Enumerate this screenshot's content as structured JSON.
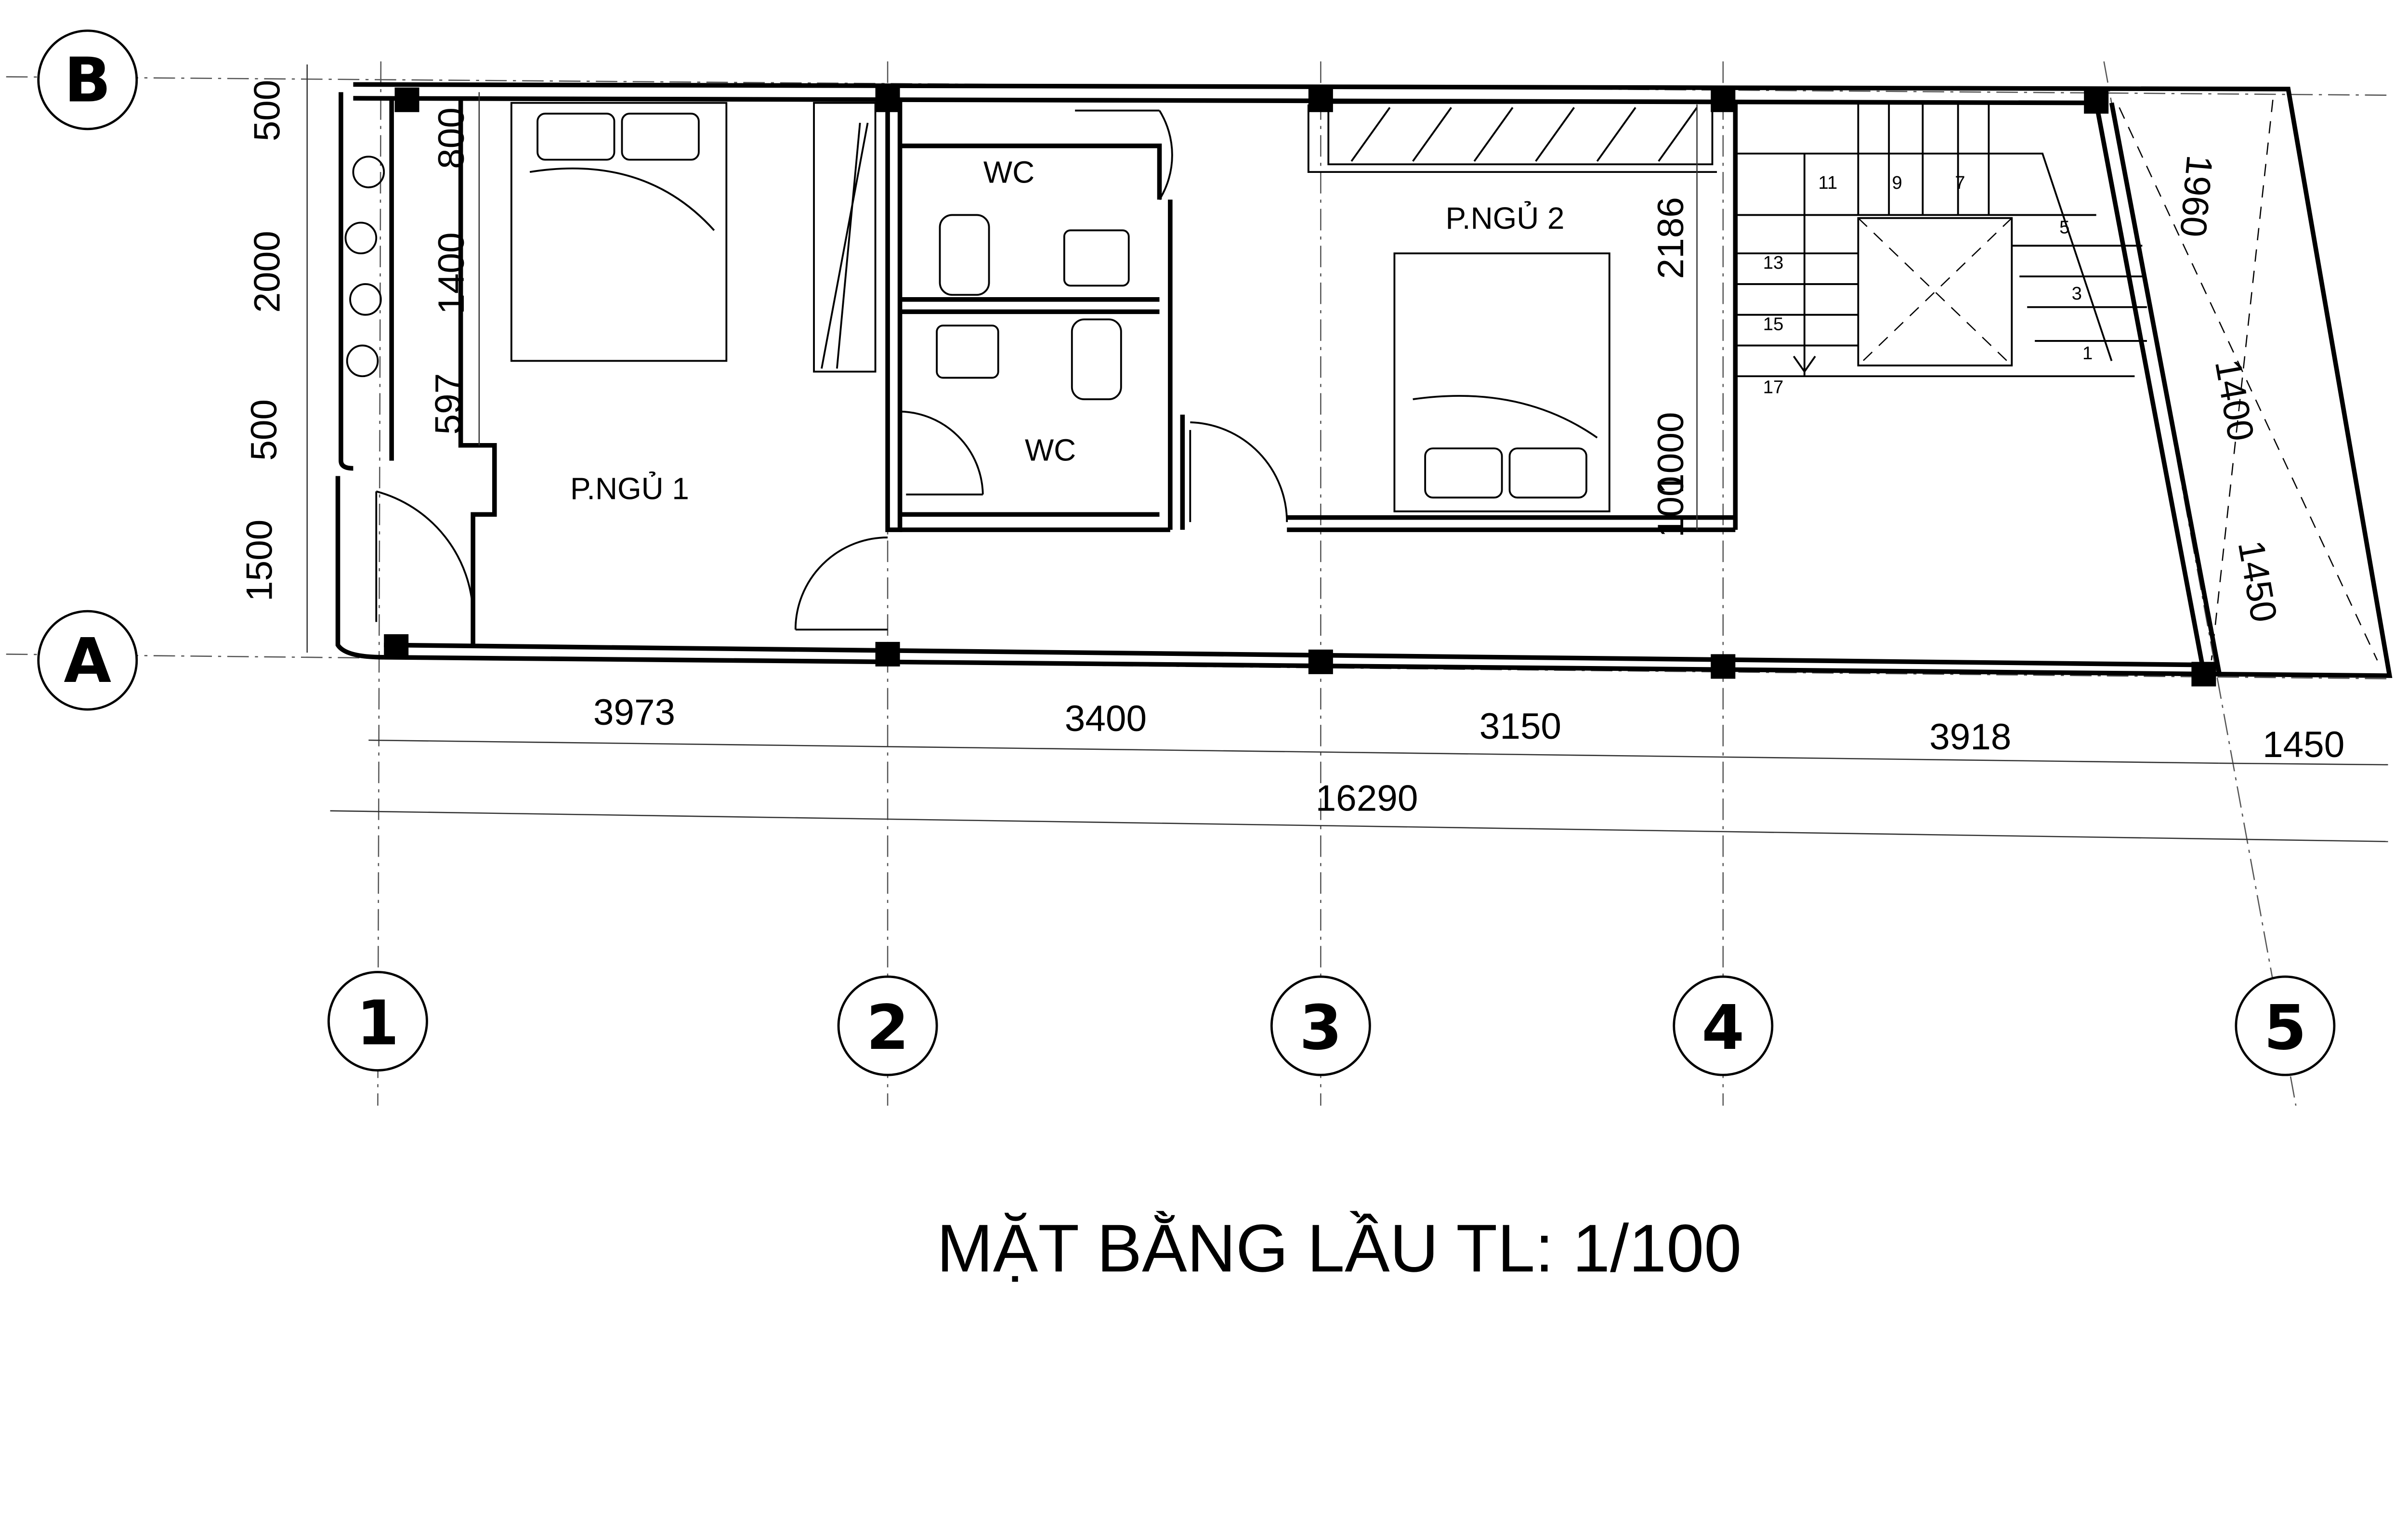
{
  "title": "MẶT BẰNG LẦU TL: 1/100",
  "axes": {
    "rows": [
      "B",
      "A"
    ],
    "columns": [
      "1",
      "2",
      "3",
      "4",
      "5"
    ]
  },
  "rooms": {
    "bedroom_1": "P.NGỦ 1",
    "bedroom_2": "P.NGỦ 2",
    "wc_upper": "WC",
    "wc_lower": "WC"
  },
  "dimensions": {
    "left_outer": [
      "500",
      "2000",
      "500",
      "1500"
    ],
    "left_inner": [
      "800",
      "1400",
      "597"
    ],
    "bottom_segments": [
      "3973",
      "3400",
      "3150",
      "3918",
      "1450"
    ],
    "bottom_total": "16290",
    "right": [
      "1960",
      "1400",
      "1450"
    ],
    "bedroom_2": [
      "2186",
      "1000",
      "100"
    ]
  },
  "stair_steps": [
    "11",
    "9",
    "7",
    "5",
    "3",
    "1",
    "13",
    "15",
    "17"
  ]
}
